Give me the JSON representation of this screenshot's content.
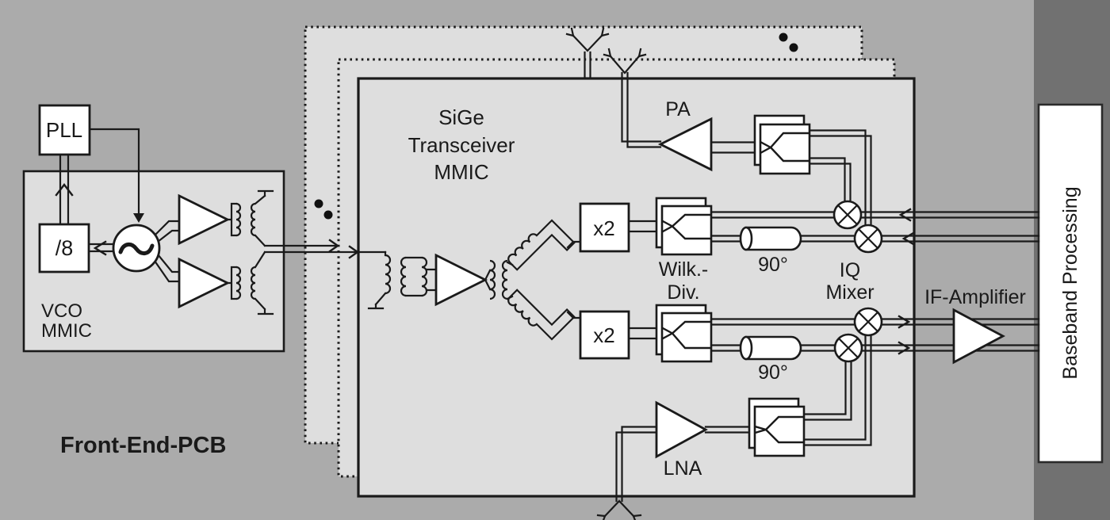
{
  "colors": {
    "background": "#ababab",
    "panel_fill": "#dedede",
    "dark_band": "#717171",
    "line": "#1a1a1a",
    "block_fill": "#ffffff"
  },
  "pcb": {
    "label": "Front-End-PCB"
  },
  "vco_mmic": {
    "label": [
      "VCO",
      "MMIC"
    ],
    "pll_label": "PLL",
    "divider_label": "/8"
  },
  "transceiver": {
    "title": [
      "SiGe",
      "Transceiver",
      "MMIC"
    ],
    "pa_label": "PA",
    "lna_label": "LNA",
    "doubler_tx_label": "x2",
    "doubler_rx_label": "x2",
    "wilkinson_label": [
      "Wilk.-",
      "Div."
    ],
    "delay_tx_label": "90°",
    "delay_rx_label": "90°",
    "iq_mixer_label": [
      "IQ",
      "Mixer"
    ]
  },
  "if_amplifier_label": "IF-Amplifier",
  "baseband_label": "Baseband Processing"
}
